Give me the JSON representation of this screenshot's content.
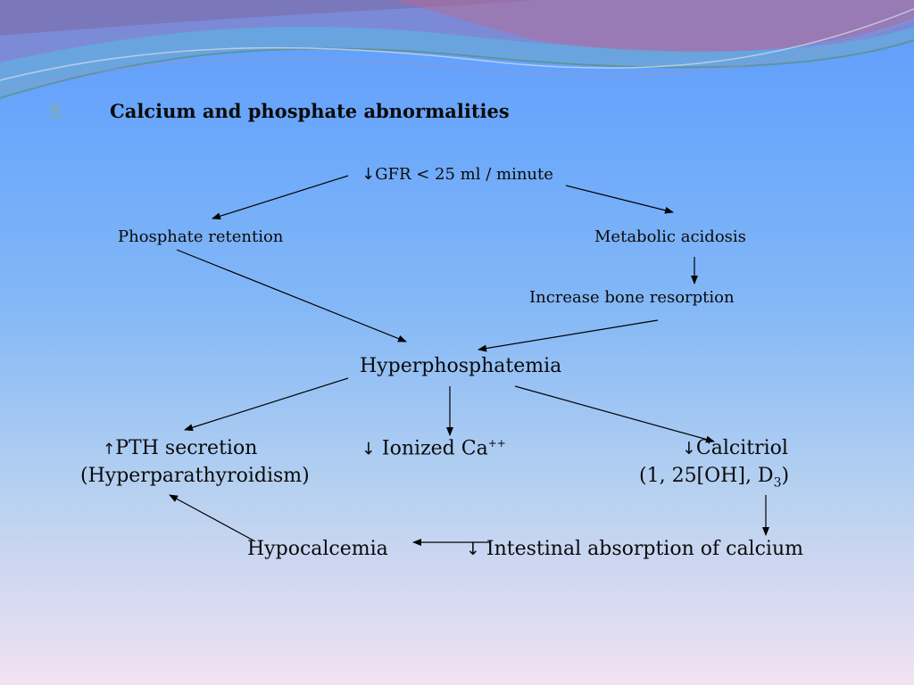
{
  "slide": {
    "number": "E.",
    "title": "Calcium and phosphate abnormalities"
  },
  "nodes": {
    "gfr": {
      "arrow": "↓",
      "label": "GFR < 25 ml / minute"
    },
    "phosphate_retention": "Phosphate retention",
    "metabolic_acidosis": "Metabolic acidosis",
    "bone_resorption": "Increase bone resorption",
    "hyperphosphatemia": "Hyperphosphatemia",
    "pth": {
      "arrow": "↑",
      "label": "PTH secretion",
      "line2": "(Hyperparathyroidism)"
    },
    "ionized_ca": {
      "arrow": "↓",
      "label": "Ionized Ca",
      "sup": "++"
    },
    "calcitriol": {
      "arrow": "↓",
      "label": "Calcitriol",
      "line2_pre": "(1, 25[OH], D",
      "line2_sub": "3",
      "line2_post": ")"
    },
    "hypocalcemia": "Hypocalcemia",
    "intestinal": {
      "arrow": "↓",
      "label": "Intestinal absorption of calcium"
    }
  }
}
